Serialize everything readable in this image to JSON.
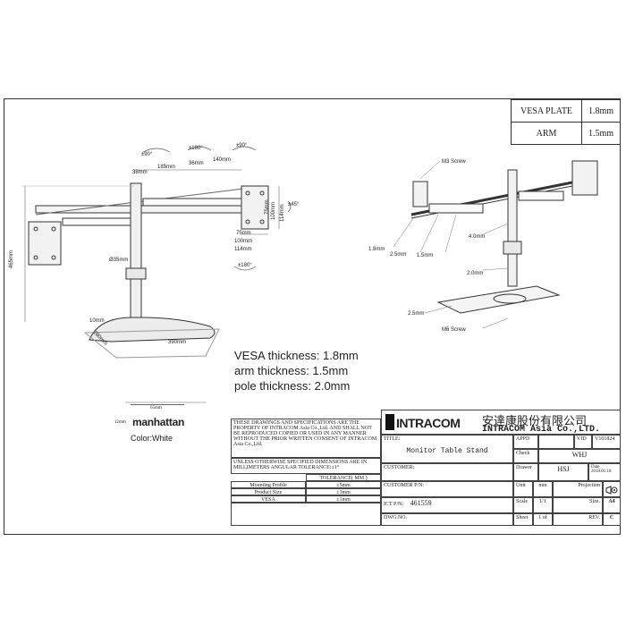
{
  "spec_table": {
    "rows": [
      {
        "label": "VESA PLATE",
        "value": "1.8mm"
      },
      {
        "label": "ARM",
        "value": "1.5mm"
      }
    ]
  },
  "left_drawing": {
    "dims": {
      "d38": "38mm",
      "d185": "185mm",
      "d36": "36mm",
      "d140": "140mm",
      "rot90a": "±90°",
      "rot180top": "±180°",
      "rot90b": "±90°",
      "h465": "465mm",
      "pole": "Ø35mm",
      "rot180": "±180°",
      "tilt": "±45°",
      "v75": "75mm",
      "v100": "100mm",
      "v114": "114mm",
      "h75": "75mm",
      "h100": "100mm",
      "h114": "114mm",
      "base_w": "390mm",
      "base_d": "280mm",
      "d10": "10mm"
    }
  },
  "right_drawing": {
    "labels": {
      "m3": "M3 Screw",
      "t18": "1.8mm",
      "t25a": "2.5mm",
      "t15": "1.5mm",
      "t40": "4.0mm",
      "t20": "2.0mm",
      "t25b": "2.5mm",
      "m6": "M6 Screw"
    }
  },
  "thickness_notes": {
    "vesa": "VESA thickness: 1.8mm",
    "arm": "arm thickness: 1.5mm",
    "pole": "pole thickness: 2.0mm"
  },
  "brand": {
    "logo_scale": "65mm",
    "logo_height": "12mm",
    "logo_text": "manhattan",
    "color_label": "Color:White"
  },
  "notes": {
    "copyright": "THESE DRAWINGS AND SPECIFICATIONS ARE THE PROPERTY OF INTRACOM Asia Co.,Ltd. AND SHALL NOT BE REPRODUCED COPIED OR USED IN ANY MANNER WITHOUT THE PRIOR WRITTEN CONSENT OF INTRACOM Asia Co.,Ltd.",
    "tolerance_note": "UNLESS OTHERWISE SPECIFIED DIMENSIONS ARE IN MILLIMETERS ANGULAR TOLERANCE:±1°",
    "tolerance_header": "TOLERANCE( MM )",
    "tolerance_rows": [
      {
        "name": "Mounting Profile",
        "value": "±5mm"
      },
      {
        "name": "Product Size",
        "value": "±3mm"
      },
      {
        "name": "VESA",
        "value": "±1mm"
      }
    ]
  },
  "title_block": {
    "company_en": "INTRACOM",
    "company_cn": "安達康股份有限公司",
    "company_sub": "INTRACOM Asia Co.,LTD.",
    "title_label": "TITLE:",
    "title": "Monitor Table Stand",
    "appd_label": "APPD",
    "appd_value": "",
    "vid_label": "VID",
    "vid_value": "V101824",
    "check_label": "Check",
    "check_value": "WHJ",
    "customer_label": "CUSTOMER:",
    "drawer_label": "Drawer",
    "drawer_value": "HSJ",
    "date_label": "Date",
    "date_value": "2018.01.18",
    "customer_pn_label": "CUSTOMER P/N:",
    "unit_label": "Unit",
    "unit_value": "mm",
    "projection_label": "Projection",
    "ict_pn_label": "ICT P/N:",
    "ict_pn_value": "461559",
    "scale_label": "Scale",
    "scale_value": "1/1",
    "size_label": "Size.",
    "size_value": "A4",
    "dwg_label": "DWG.NO.",
    "sheet_label": "Sheet",
    "sheet_value": "1 of",
    "rev_label": "REV.",
    "rev_value": "C"
  }
}
